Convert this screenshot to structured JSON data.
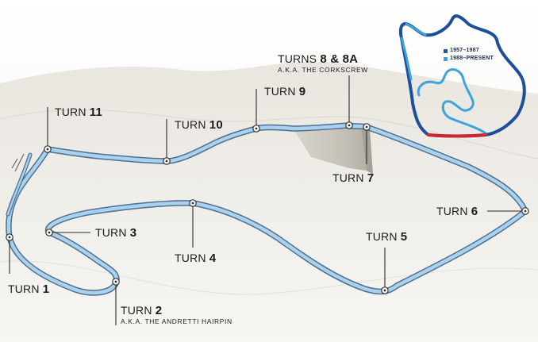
{
  "turns": {
    "t1": {
      "word": "TURN",
      "num": "1"
    },
    "t2": {
      "word": "TURN",
      "num": "2",
      "sub": "A.K.A. THE ANDRETTI HAIRPIN"
    },
    "t3": {
      "word": "TURN",
      "num": "3"
    },
    "t4": {
      "word": "TURN",
      "num": "4"
    },
    "t5": {
      "word": "TURN",
      "num": "5"
    },
    "t6": {
      "word": "TURN",
      "num": "6"
    },
    "t7": {
      "word": "TURN",
      "num": "7"
    },
    "t8": {
      "word": "TURNS",
      "num": "8 & 8A",
      "sub": "A.K.A. THE CORKSCREW"
    },
    "t9": {
      "word": "TURN",
      "num": "9"
    },
    "t10": {
      "word": "TURN",
      "num": "10"
    },
    "t11": {
      "word": "TURN",
      "num": "11"
    }
  },
  "legend": {
    "items": [
      {
        "label": "1957–1987",
        "color": "#1e56a8"
      },
      {
        "label": "1988–PRESENT",
        "color": "#3da3dc"
      }
    ]
  },
  "colors": {
    "track_fill": "#a9d2ee",
    "track_edge": "#4f6f8e",
    "old_layout": "#1e4f9c",
    "new_layout": "#3da3dc",
    "start_finish": "#d2242f"
  }
}
